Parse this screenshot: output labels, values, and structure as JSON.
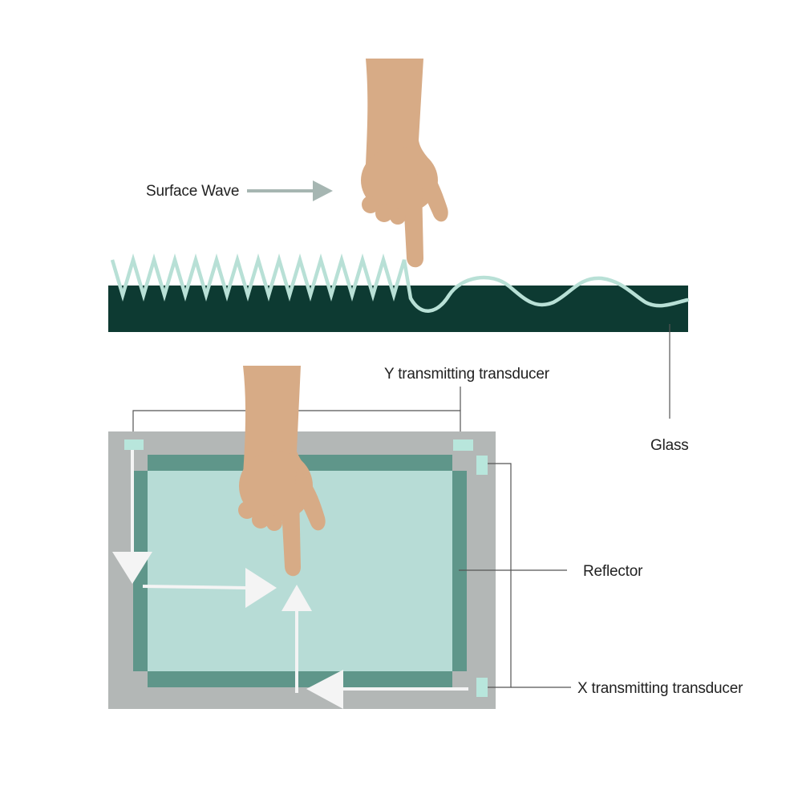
{
  "labels": {
    "surface_wave": "Surface Wave",
    "y_transducer": "Y transmitting transducer",
    "glass": "Glass",
    "reflector": "Reflector",
    "x_transducer": "X transmitting transducer"
  },
  "colors": {
    "glass_dark": "#0d3a32",
    "wave": "#b8e0d6",
    "skin": "#d7ab86",
    "frame": "#b3b7b6",
    "reflector": "#5f968a",
    "screen": "#b7dcd6",
    "transducer": "#b8e6dc",
    "arrow_white": "#f4f4f4",
    "surface_arrow": "#a6b6b2",
    "leader": "#555555"
  }
}
